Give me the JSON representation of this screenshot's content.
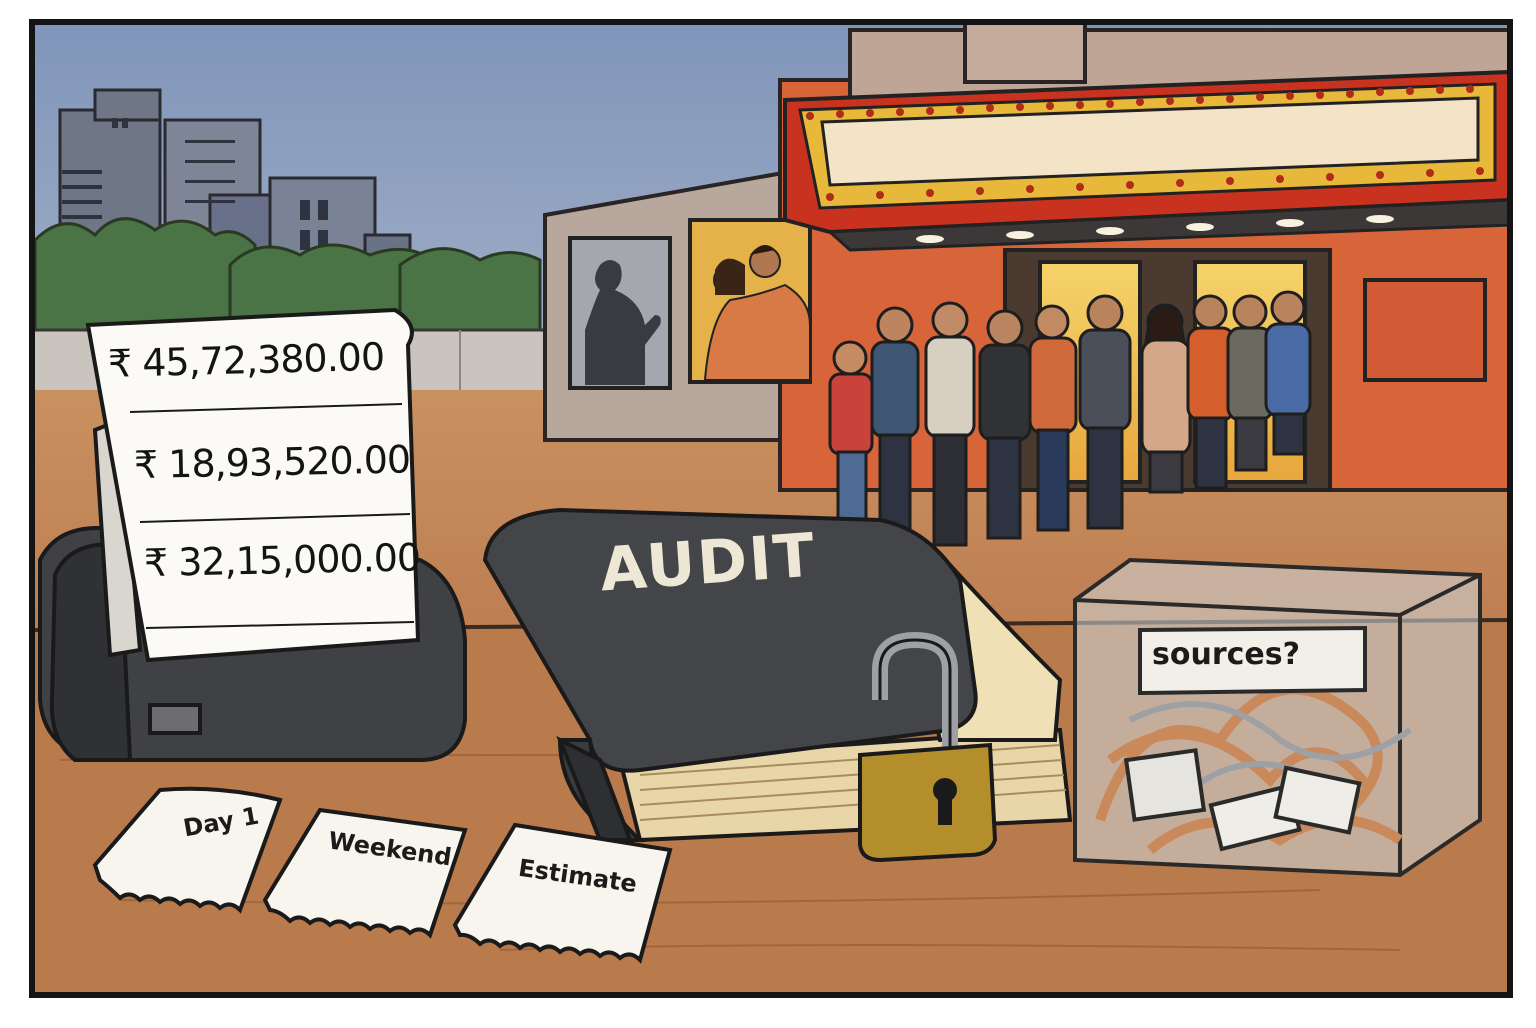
{
  "receipt": {
    "lines": [
      "₹ 45,72,380.00",
      "₹ 18,93,520.00",
      "₹ 32,15,000.00"
    ]
  },
  "tickets": [
    "Day 1",
    "Weekend",
    "Estimate"
  ],
  "ledger": {
    "title": "AUDIT"
  },
  "box": {
    "label": "sources?"
  },
  "colors": {
    "sky": "#8aa0c0",
    "ground": "#c98a56",
    "table": "#b9794a",
    "ledger_cover": "#444548",
    "marquee_red": "#c23a2a",
    "marquee_yellow": "#e9b53a",
    "lock_gold": "#b58e2c"
  }
}
